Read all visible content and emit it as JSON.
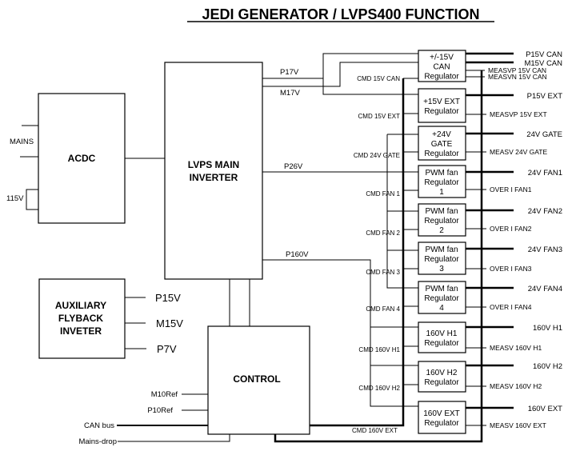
{
  "title": "JEDI GENERATOR / LVPS400 FUNCTION",
  "blocks": {
    "acdc": "ACDC",
    "lvps": [
      "LVPS MAIN",
      "INVERTER"
    ],
    "aux": [
      "AUXILIARY",
      "FLYBACK",
      "INVETER"
    ],
    "control": "CONTROL"
  },
  "inputs": {
    "mains": "MAINS",
    "v115": "115V"
  },
  "aux_outputs": [
    "P15V",
    "M15V",
    "P7V"
  ],
  "control_signals": [
    "M10Ref",
    "P10Ref",
    "CAN bus",
    "Mains-drop"
  ],
  "rails": {
    "p17v": "P17V",
    "m17v": "M17V",
    "p26v": "P26V",
    "p160v": "P160V"
  },
  "regulators": [
    {
      "label": [
        "+/-15V",
        "CAN",
        "Regulator"
      ],
      "cmd": "CMD 15V CAN",
      "outputs": [
        "P15V CAN",
        "M15V CAN"
      ],
      "meas": [
        "MEASVP  15V CAN",
        "MEASVN  15V CAN"
      ]
    },
    {
      "label": [
        "+15V EXT",
        "Regulator"
      ],
      "cmd": "CMD 15V EXT",
      "outputs": [
        "P15V EXT"
      ],
      "meas": [
        "MEASVP  15V EXT"
      ]
    },
    {
      "label": [
        "+24V",
        "GATE",
        "Regulator"
      ],
      "cmd": "CMD 24V GATE",
      "outputs": [
        "24V GATE"
      ],
      "meas": [
        "MEASV 24V GATE"
      ]
    },
    {
      "label": [
        "PWM fan",
        "Regulator",
        "1"
      ],
      "cmd": "CMD FAN 1",
      "outputs": [
        "24V FAN1"
      ],
      "meas": [
        "OVER  I  FAN1"
      ]
    },
    {
      "label": [
        "PWM fan",
        "Regulator",
        "2"
      ],
      "cmd": "CMD FAN 2",
      "outputs": [
        "24V FAN2"
      ],
      "meas": [
        "OVER  I  FAN2"
      ]
    },
    {
      "label": [
        "PWM fan",
        "Regulator",
        "3"
      ],
      "cmd": "CMD FAN 3",
      "outputs": [
        "24V FAN3"
      ],
      "meas": [
        "OVER  I  FAN3"
      ]
    },
    {
      "label": [
        "PWM fan",
        "Regulator",
        "4"
      ],
      "cmd": "CMD FAN 4",
      "outputs": [
        "24V FAN4"
      ],
      "meas": [
        "OVER  I  FAN4"
      ]
    },
    {
      "label": [
        "160V H1",
        "Regulator"
      ],
      "cmd": "CMD 160V H1",
      "outputs": [
        "160V H1"
      ],
      "meas": [
        "MEASV 160V H1"
      ]
    },
    {
      "label": [
        "160V H2",
        "Regulator"
      ],
      "cmd": "CMD 160V H2",
      "outputs": [
        "160V H2"
      ],
      "meas": [
        "MEASV 160V H2"
      ]
    },
    {
      "label": [
        "160V EXT",
        "Regulator"
      ],
      "cmd": "CMD 160V EXT",
      "outputs": [
        "160V EXT"
      ],
      "meas": [
        "MEASV 160V EXT"
      ]
    }
  ]
}
